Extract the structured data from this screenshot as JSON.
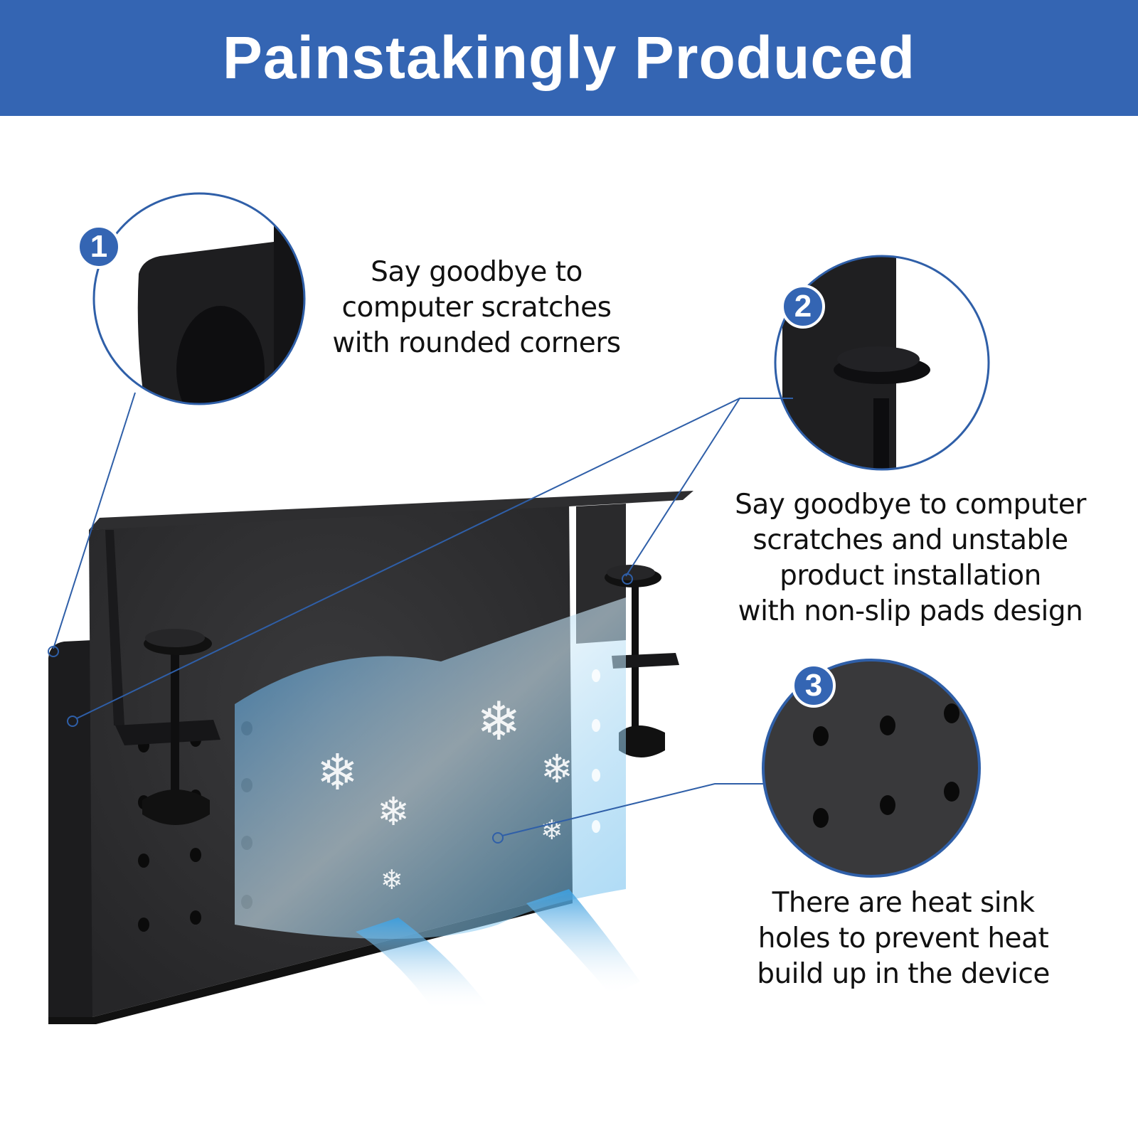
{
  "banner": {
    "title": "Painstakingly Produced",
    "background_color": "#3465b3",
    "text_color": "#ffffff"
  },
  "features": [
    {
      "number": "1",
      "detail_image": "rounded-corner-with-pad-closeup",
      "caption_lines": [
        "Say goodbye to",
        "computer scratches",
        "with rounded corners"
      ]
    },
    {
      "number": "2",
      "detail_image": "non-slip-pad-screw-closeup",
      "caption_lines": [
        "Say goodbye to computer",
        "scratches and unstable",
        "product installation",
        "with non-slip pads design"
      ]
    },
    {
      "number": "3",
      "detail_image": "heat-sink-holes-closeup",
      "caption_lines": [
        "There are heat sink",
        "holes to prevent heat",
        "build up in the device"
      ]
    }
  ],
  "product": {
    "name": "under-desk-computer-mount-bracket",
    "color": "#2b2b2d",
    "airflow_color": "#5ab0e0",
    "accent_line_color": "#2f5fa8"
  }
}
